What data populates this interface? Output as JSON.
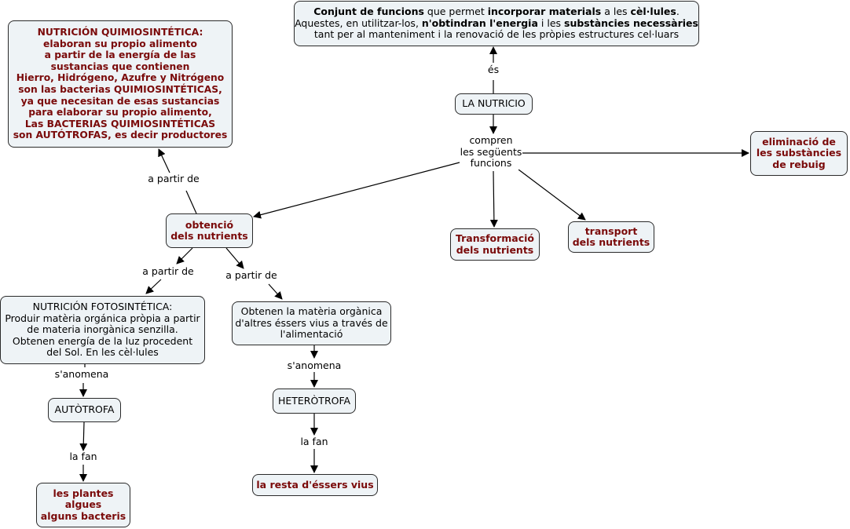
{
  "top_node": {
    "line1_b1": "Conjunt de funcions",
    "line1_t1": " que permet ",
    "line1_b2": "incorporar materials",
    "line1_t2": " a les ",
    "line1_b3": "cèl·lules",
    "line1_t3": ".",
    "line2_t1": "Aquestes, en utilitzar-los, ",
    "line2_b1": "n'obtindran l'energia",
    "line2_t2": " i les ",
    "line2_b2": "substàncies necessàries",
    "line3": "tant per al manteniment i la renovació de les pròpies estructures cel·luars"
  },
  "quimio_node": {
    "lines": [
      "NUTRICIÓN QUIMIOSINTÉTICA:",
      "elaboran su propio alimento",
      "a partir de la energía de las",
      "sustancias que contienen",
      "Hierro, Hidrógeno, Azufre y Nitrógeno",
      "son las bacterias QUIMIOSINTÉTICAS,",
      "ya que necesitan de esas sustancias",
      "para elaborar su propio alimento,",
      "Las BACTERIAS QUIMIOSINTÉTICAS",
      "son AUTÓTROFAS, es decir productores"
    ]
  },
  "nutricio_node": {
    "label": "LA NUTRICIO"
  },
  "eliminacio_node": {
    "lines": [
      "eliminació de",
      "les substàncies",
      "de rebuig"
    ]
  },
  "obtencio_node": {
    "lines": [
      "obtenció",
      "dels nutrients"
    ]
  },
  "transformacio_node": {
    "lines": [
      "Transformació",
      "dels nutrients"
    ]
  },
  "transport_node": {
    "lines": [
      "transport",
      "dels nutrients"
    ]
  },
  "foto_node": {
    "lines": [
      "NUTRICIÓN FOTOSINTÉTICA:",
      "Produir matèria orgánica pròpia a partir",
      "de materia inorgànica senzilla.",
      "Obtenen energía de la luz procedent",
      "del Sol. En les cèl·lules"
    ]
  },
  "hetero_desc_node": {
    "lines": [
      "Obtenen la matèria orgànica",
      "d'altres éssers vius a través de",
      "l'alimentació"
    ]
  },
  "autotrofa_node": {
    "label": "AUTÒTROFA"
  },
  "heterotrofa_node": {
    "label": "HETERÒTROFA"
  },
  "plantes_node": {
    "lines": [
      "les plantes",
      "algues",
      "alguns bacteris"
    ]
  },
  "resta_node": {
    "label": "la resta d'éssers vius"
  },
  "link_labels": {
    "es": "és",
    "compren_lines": [
      "compren",
      "les següents",
      "funcions"
    ],
    "a_partir_de": "a partir de",
    "s_anomena": "s'anomena",
    "la_fan": "la fan"
  }
}
